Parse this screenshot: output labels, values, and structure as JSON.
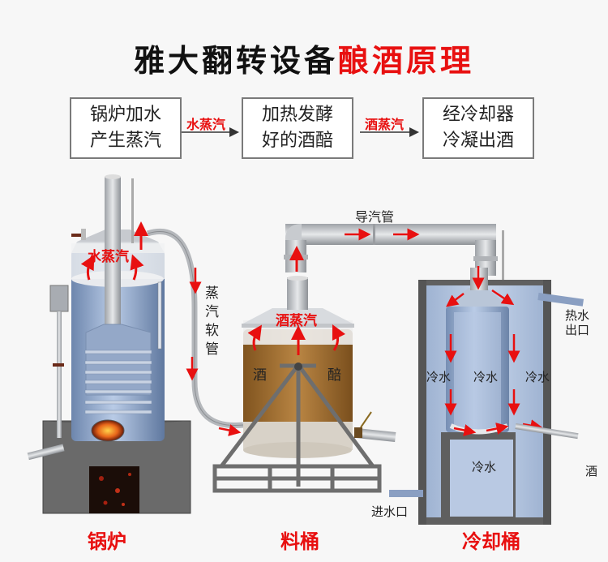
{
  "title": {
    "black_part": "雅大翻转设备",
    "red_part": "酿酒原理"
  },
  "flow": {
    "steps": [
      {
        "line1": "锅炉加水",
        "line2": "产生蒸汽"
      },
      {
        "line1": "加热发酵",
        "line2": "好的酒醅"
      },
      {
        "line1": "经冷却器",
        "line2": "冷凝出酒"
      }
    ],
    "arrows": [
      "水蒸汽",
      "酒蒸汽"
    ]
  },
  "boiler": {
    "steam_label": "水蒸汽",
    "name": "锅炉"
  },
  "hose": {
    "label": "蒸汽软管"
  },
  "material_barrel": {
    "steam_label": "酒蒸汽",
    "left_char": "酒",
    "right_char": "醅",
    "name": "料桶"
  },
  "steam_pipe": {
    "label": "导汽管"
  },
  "cooler": {
    "water_labels": [
      "冷水",
      "冷水",
      "冷水",
      "冷水"
    ],
    "hot_water_outlet": "热水出口",
    "water_inlet": "进水口",
    "liquor_out": "酒",
    "name": "冷却桶"
  },
  "colors": {
    "accent_red": "#e81010",
    "water_blue": "#a9bfdc",
    "barrel_brown": "#9a6a2e",
    "steel": "#b9bcc0",
    "frame_gray": "#6e6e6e"
  }
}
